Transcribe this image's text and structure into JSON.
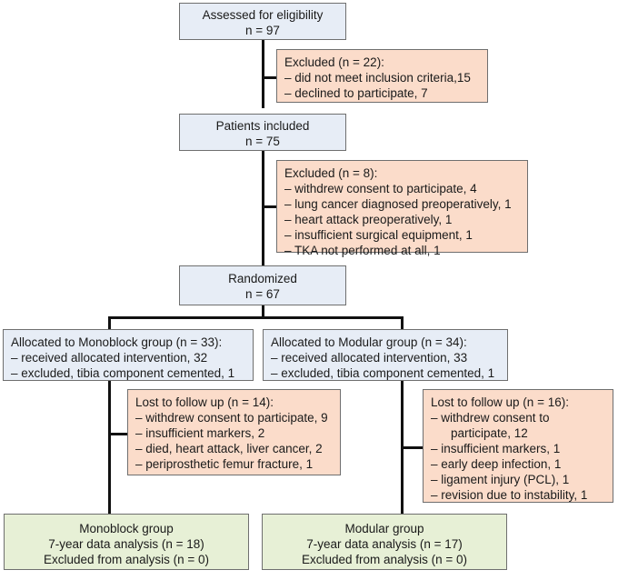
{
  "assessed": {
    "title": "Assessed for eligibility",
    "n": "n = 97"
  },
  "excluded1": {
    "title": "Excluded (n = 22):",
    "items": [
      "– did not meet inclusion criteria,15",
      "– declined to participate, 7"
    ]
  },
  "included": {
    "title": "Patients included",
    "n": "n = 75"
  },
  "excluded2": {
    "title": "Excluded (n = 8):",
    "items": [
      "– withdrew consent to participate, 4",
      "– lung cancer diagnosed preoperatively, 1",
      "– heart attack preoperatively, 1",
      "– insufficient surgical equipment, 1",
      "– TKA not performed at all, 1"
    ]
  },
  "randomized": {
    "title": "Randomized",
    "n": "n = 67"
  },
  "alloc_mono": {
    "title": "Allocated to Monoblock group (n = 33):",
    "items": [
      "– received allocated intervention, 32",
      "– excluded, tibia component cemented, 1"
    ]
  },
  "alloc_mod": {
    "title": "Allocated to Modular group (n = 34):",
    "items": [
      "– received allocated intervention, 33",
      "– excluded, tibia component cemented, 1"
    ]
  },
  "lost_mono": {
    "title": "Lost to follow up (n = 14):",
    "items": [
      "– withdrew consent to participate, 9",
      "– insufficient markers, 2",
      "– died, heart attack, liver cancer, 2",
      "– periprosthetic femur fracture, 1"
    ]
  },
  "lost_mod": {
    "title": "Lost to follow up (n = 16):",
    "item1a": "– withdrew consent to",
    "item1b": "participate, 12",
    "items": [
      "– insufficient markers, 1",
      "– early deep infection, 1",
      "– ligament injury (PCL), 1",
      "– revision due to instability,  1"
    ]
  },
  "final_mono": {
    "title": "Monoblock group",
    "line1": "7-year data analysis (n = 18)",
    "line2": "Excluded from analysis (n = 0)"
  },
  "final_mod": {
    "title": "Modular group",
    "line1": "7-year data analysis (n = 17)",
    "line2": "Excluded from analysis (n = 0)"
  },
  "colors": {
    "process_box": "#e7edf6",
    "exclusion_box": "#fbdcca",
    "final_box": "#e7f0d6",
    "connector": "#111111"
  }
}
